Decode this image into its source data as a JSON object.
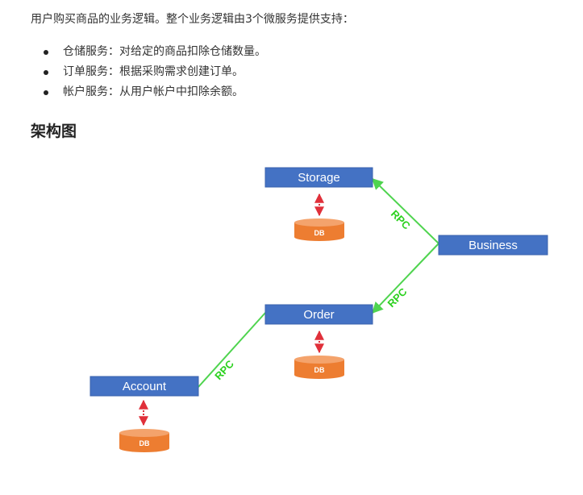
{
  "intro": "用户购买商品的业务逻辑。整个业务逻辑由3个微服务提供支持：",
  "bullets": [
    "仓储服务：对给定的商品扣除仓储数量。",
    "订单服务：根据采购需求创建订单。",
    "帐户服务：从用户帐户中扣除余额。"
  ],
  "heading": "架构图",
  "diagram": {
    "services": {
      "storage": "Storage",
      "business": "Business",
      "order": "Order",
      "account": "Account"
    },
    "db_label": "DB",
    "rpc_label": "RPC",
    "colors": {
      "service_fill": "#4472c4",
      "db_fill": "#ed7d31",
      "rpc_line": "#4fd44f",
      "rpc_text": "#2bd11e",
      "db_link": "#e0303a"
    }
  }
}
